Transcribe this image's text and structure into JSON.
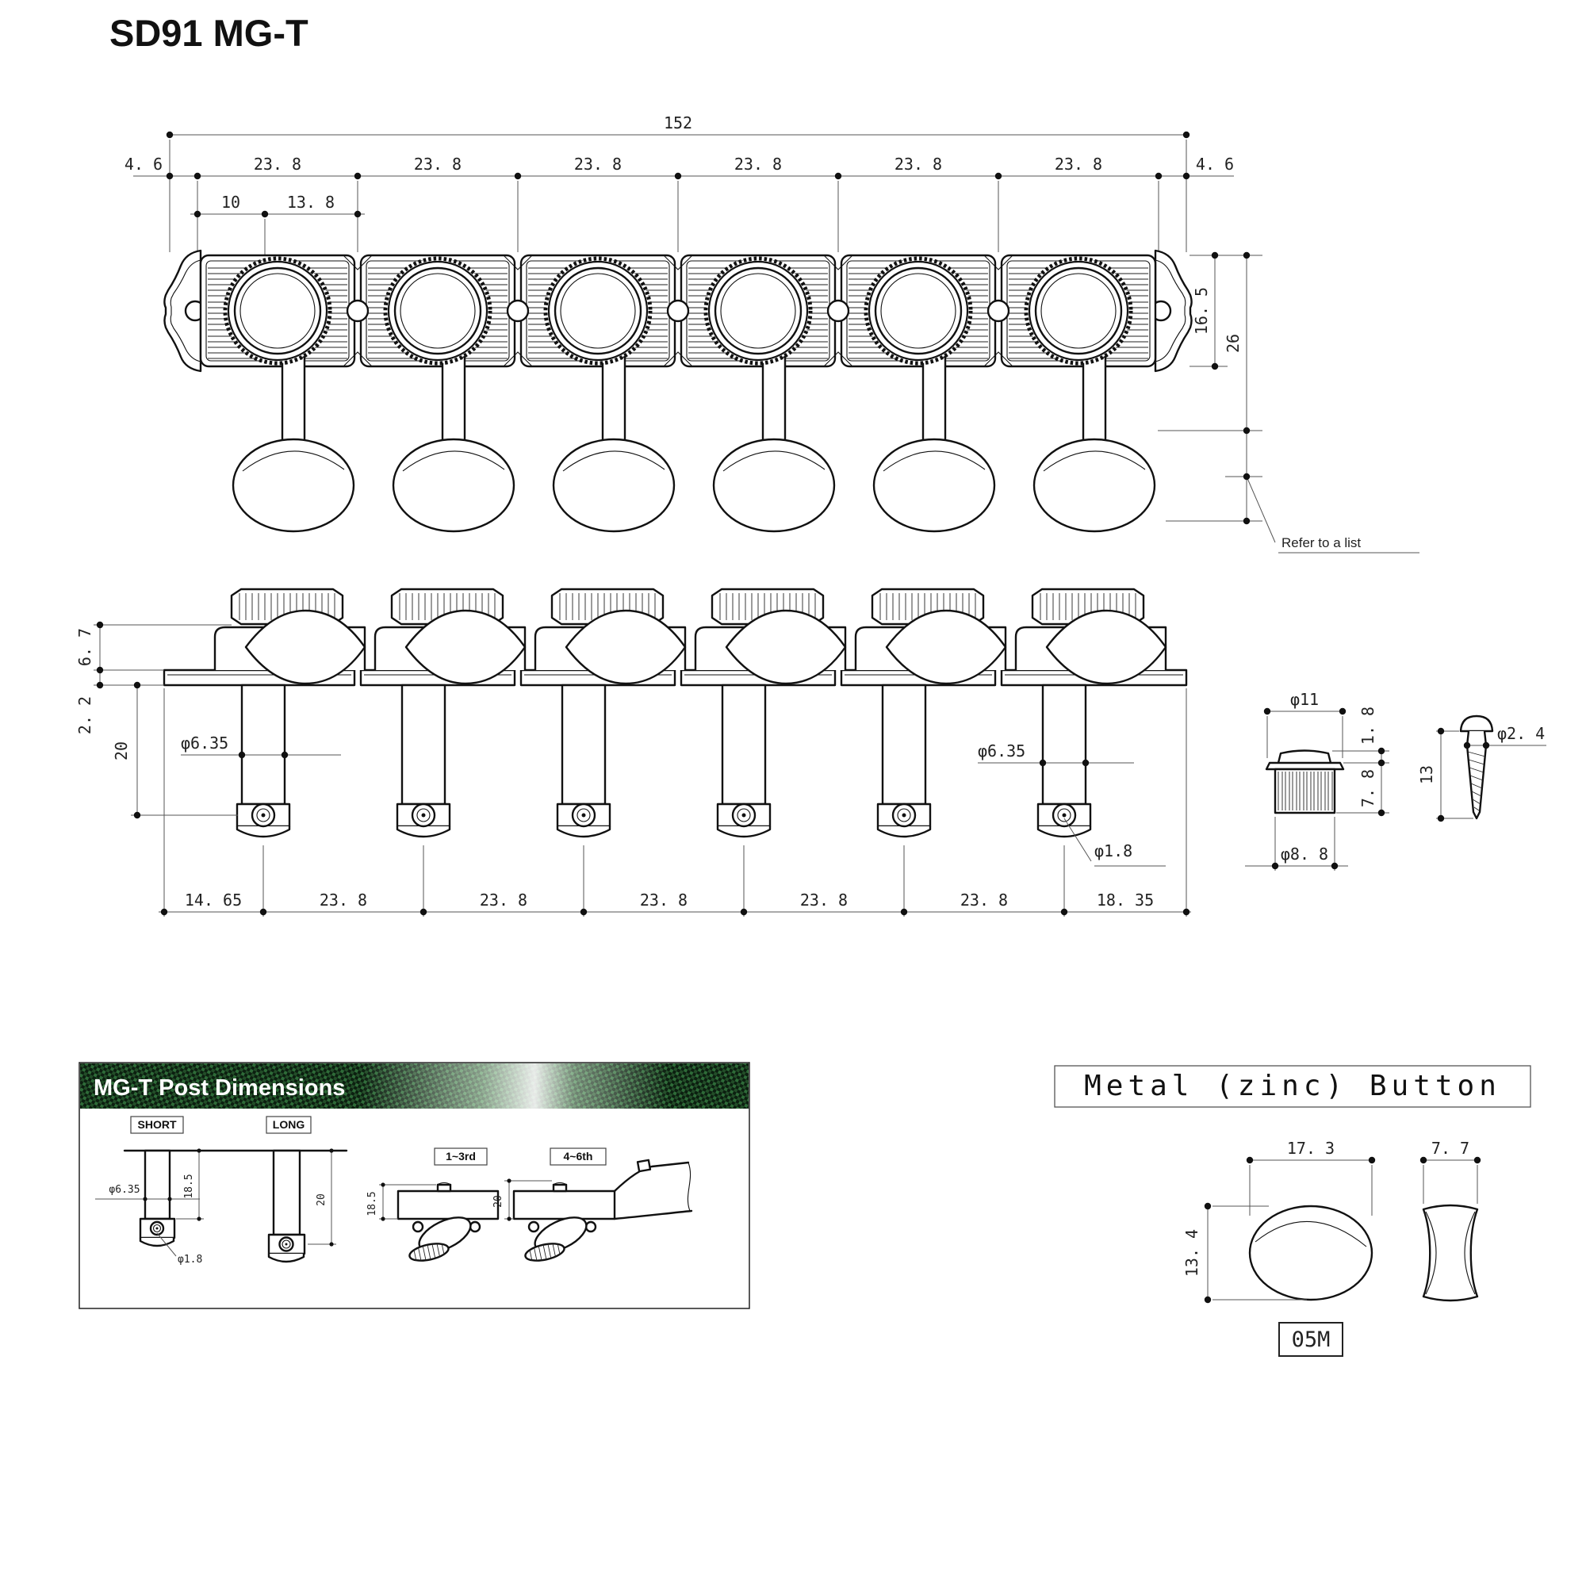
{
  "title": "SD91 MG-T",
  "colors": {
    "banner_green": "#2e6b38",
    "banner_dark": "#0c1f10",
    "line": "#111111",
    "dim_line": "#555555"
  },
  "top_view": {
    "total_width": "152",
    "margin_left": "4. 6",
    "margin_right": "4. 6",
    "pitch": [
      "23. 8",
      "23. 8",
      "23. 8",
      "23. 8",
      "23. 8",
      "23. 8"
    ],
    "post_offset": "10",
    "post_to_edge": "13. 8",
    "plate_height": "16. 5",
    "overall_height": "26",
    "note": "Refer to a list"
  },
  "side_view": {
    "housing_height": "6. 7",
    "plate_thickness": "2. 2",
    "post_length": "20",
    "post_dia_left": "φ6.35",
    "post_dia_right": "φ6.35",
    "string_hole_dia": "φ1.8",
    "bottom_dims": [
      "14. 65",
      "23. 8",
      "23. 8",
      "23. 8",
      "23. 8",
      "23. 8",
      "18. 35"
    ]
  },
  "bushing": {
    "top_dia": "φ11",
    "flange_height": "1. 8",
    "body_height": "7. 8",
    "bottom_dia": "φ8. 8"
  },
  "screw": {
    "length": "13",
    "dia": "φ2. 4"
  },
  "post_panel": {
    "header": "MG-T  Post Dimensions",
    "short_label": "SHORT",
    "long_label": "LONG",
    "short_dia": "φ6.35",
    "short_length": "18.5",
    "short_hole_dia": "φ1.8",
    "long_length": "20",
    "strings_1_3_label": "1~3rd",
    "strings_4_6_label": "4~6th",
    "strings_1_3_depth": "18.5",
    "strings_4_6_depth": "20"
  },
  "button_panel": {
    "header": "Metal (zinc) Button",
    "width": "17. 3",
    "height": "13. 4",
    "side_width": "7. 7",
    "model": "05M"
  }
}
